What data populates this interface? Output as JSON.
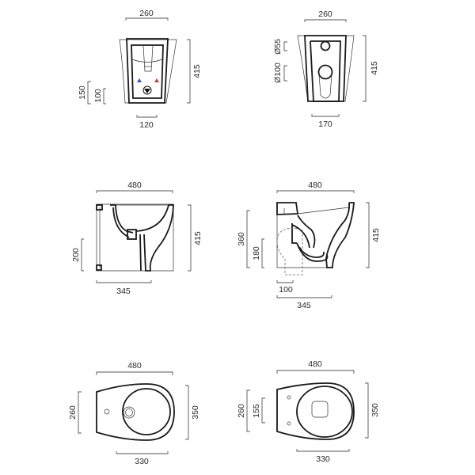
{
  "views": {
    "bidet_front": {
      "width_top": "260",
      "height": "415",
      "height_150": "150",
      "height_100": "100",
      "width_bottom": "120",
      "tap_cold_color": "#3a4fc4",
      "tap_hot_color": "#c83a3a"
    },
    "wc_rear": {
      "width_top": "260",
      "height": "415",
      "dia_small": "Ø55",
      "dia_large": "Ø100",
      "width_bottom": "170"
    },
    "bidet_side": {
      "length": "480",
      "height": "415",
      "height_200": "200",
      "length_bottom": "345"
    },
    "wc_side": {
      "length": "480",
      "height": "415",
      "height_360": "360",
      "height_180": "180",
      "offset_100": "100",
      "length_bottom": "345"
    },
    "bidet_top": {
      "length": "480",
      "width_260": "260",
      "width": "350",
      "length_bottom": "330"
    },
    "wc_top": {
      "length": "480",
      "width_260": "260",
      "width_155": "155",
      "width": "350",
      "length_bottom": "330"
    }
  }
}
